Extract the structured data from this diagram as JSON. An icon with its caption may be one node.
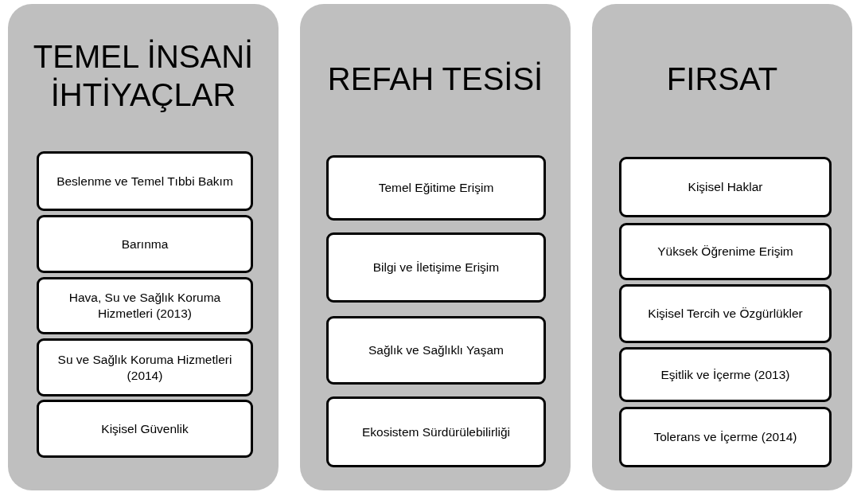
{
  "diagram": {
    "nodes": [
      {
        "text": [
          "TEMEL İNSANİ İHTİYAÇLAR"
        ]
      },
      {
        "text": [
          "Beslenme ve Temel Tıbbi Bakım"
        ],
        "in": 0
      },
      {
        "text": [
          "Barınma"
        ],
        "in": 0
      },
      {
        "text": [
          "Hava, Su ve Sağlık Koruma Hizmetleri (2013)"
        ],
        "in": 0
      },
      {
        "text": [
          "Su ve Sağlık Koruma Hizmetleri (2014)"
        ],
        "in": 0
      },
      {
        "text": [
          "Kişisel Güvenlik"
        ],
        "in": 0
      },
      {
        "text": [
          "REFAH TESİSİ"
        ]
      },
      {
        "text": [
          "Temel Eğitime Erişim"
        ],
        "in": 6
      },
      {
        "text": [
          "Bilgi ve İletişime Erişim"
        ],
        "in": 6
      },
      {
        "text": [
          "Sağlık ve Sağlıklı Yaşam"
        ],
        "in": 6
      },
      {
        "text": [
          "Ekosistem Sürdürülebilirliği"
        ],
        "in": 6
      },
      {
        "text": [
          "FIRSAT"
        ]
      },
      {
        "text": [
          "Kişisel Haklar"
        ],
        "in": 11
      },
      {
        "text": [
          "Yüksek Öğrenime Erişim"
        ],
        "in": 11
      },
      {
        "text": [
          "Kişisel Tercih ve Özgürlükler"
        ],
        "in": 11
      },
      {
        "text": [
          "Eşitlik ve İçerme (2013)"
        ],
        "in": 11
      },
      {
        "text": [
          "Tolerans ve İçerme (2014)"
        ],
        "in": 11
      }
    ]
  }
}
